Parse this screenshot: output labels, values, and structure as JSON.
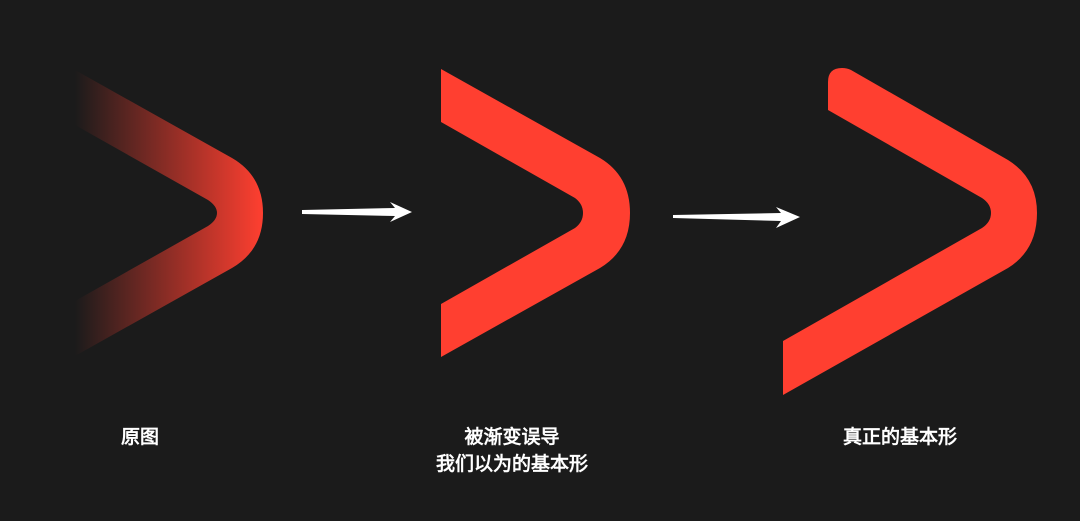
{
  "colors": {
    "background": "#1b1b1b",
    "shape": "#ff3f30",
    "arrow": "#ffffff"
  },
  "captions": {
    "original": "原图",
    "misled_line1": "被渐变误导",
    "misled_line2": "我们以为的基本形",
    "true_shape": "真正的基本形"
  }
}
